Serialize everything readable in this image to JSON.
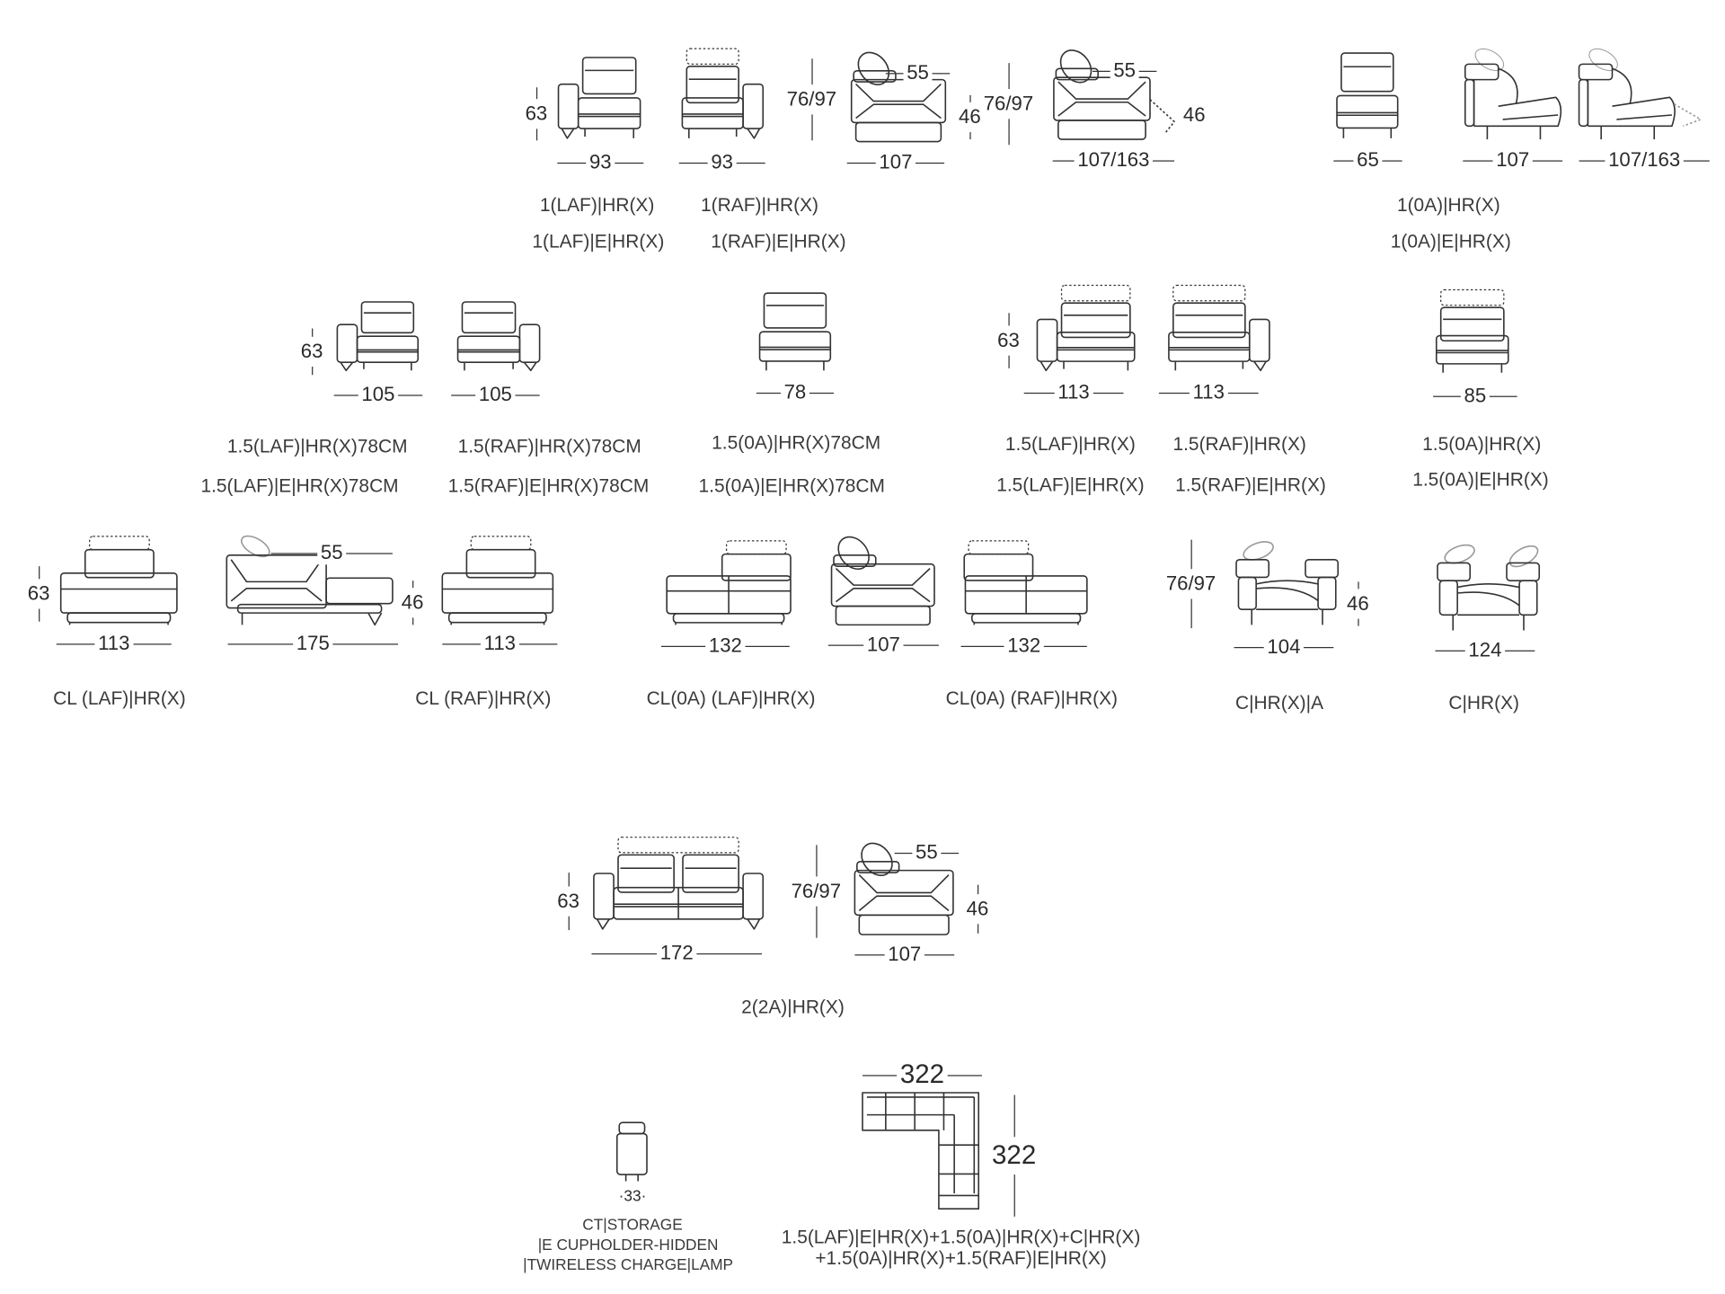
{
  "figures": [
    {
      "dims": [
        "63",
        "93"
      ]
    },
    {
      "dims": [
        "93"
      ]
    },
    {
      "dims": [
        "76/97",
        "55",
        "46",
        "107"
      ]
    },
    {
      "dims": [
        "76/97",
        "55",
        "46",
        "107/163"
      ]
    },
    {
      "dims": [
        "65"
      ]
    },
    {
      "dims": [
        "107"
      ]
    },
    {
      "dims": [
        "107/163"
      ]
    },
    {
      "dims": [
        "63",
        "105"
      ]
    },
    {
      "dims": [
        "105"
      ]
    },
    {
      "dims": [
        "78"
      ]
    },
    {
      "dims": [
        "63",
        "113"
      ]
    },
    {
      "dims": [
        "113"
      ]
    },
    {
      "dims": [
        "85"
      ]
    },
    {
      "dims": [
        "63",
        "113"
      ]
    },
    {
      "dims": [
        "55",
        "46",
        "175"
      ]
    },
    {
      "dims": [
        "113"
      ]
    },
    {
      "dims": [
        "132"
      ]
    },
    {
      "dims": [
        "107"
      ]
    },
    {
      "dims": [
        "132"
      ]
    },
    {
      "dims": [
        "76/97",
        "46",
        "104"
      ]
    },
    {
      "dims": [
        "124"
      ]
    },
    {
      "dims": [
        "63",
        "172"
      ]
    },
    {
      "dims": [
        "76/97",
        "55",
        "46",
        "107"
      ]
    },
    {
      "dims": [
        "·33·"
      ]
    },
    {
      "dims": [
        "322",
        "322"
      ]
    }
  ],
  "labels": [
    "1(LAF)|HR(X)",
    "1(RAF)|HR(X)",
    "1(LAF)|E|HR(X)",
    "1(RAF)|E|HR(X)",
    "1(0A)|HR(X)",
    "1(0A)|E|HR(X)",
    "1.5(LAF)|HR(X)78CM",
    "1.5(RAF)|HR(X)78CM",
    "1.5(0A)|HR(X)78CM",
    "1.5(LAF)|HR(X)",
    "1.5(RAF)|HR(X)",
    "1.5(0A)|HR(X)",
    "1.5(LAF)|E|HR(X)78CM",
    "1.5(RAF)|E|HR(X)78CM",
    "1.5(0A)|E|HR(X)78CM",
    "1.5(LAF)|E|HR(X)",
    "1.5(RAF)|E|HR(X)",
    "1.5(0A)|E|HR(X)",
    "CL (LAF)|HR(X)",
    "CL (RAF)|HR(X)",
    "CL(0A) (LAF)|HR(X)",
    "CL(0A) (RAF)|HR(X)",
    "C|HR(X)|A",
    "C|HR(X)",
    "2(2A)|HR(X)",
    "CT|STORAGE",
    "|E CUPHOLDER-HIDDEN",
    "|TWIRELESS CHARGE|LAMP",
    "1.5(LAF)|E|HR(X)+1.5(0A)|HR(X)+C|HR(X)",
    "+1.5(0A)|HR(X)+1.5(RAF)|E|HR(X)"
  ]
}
